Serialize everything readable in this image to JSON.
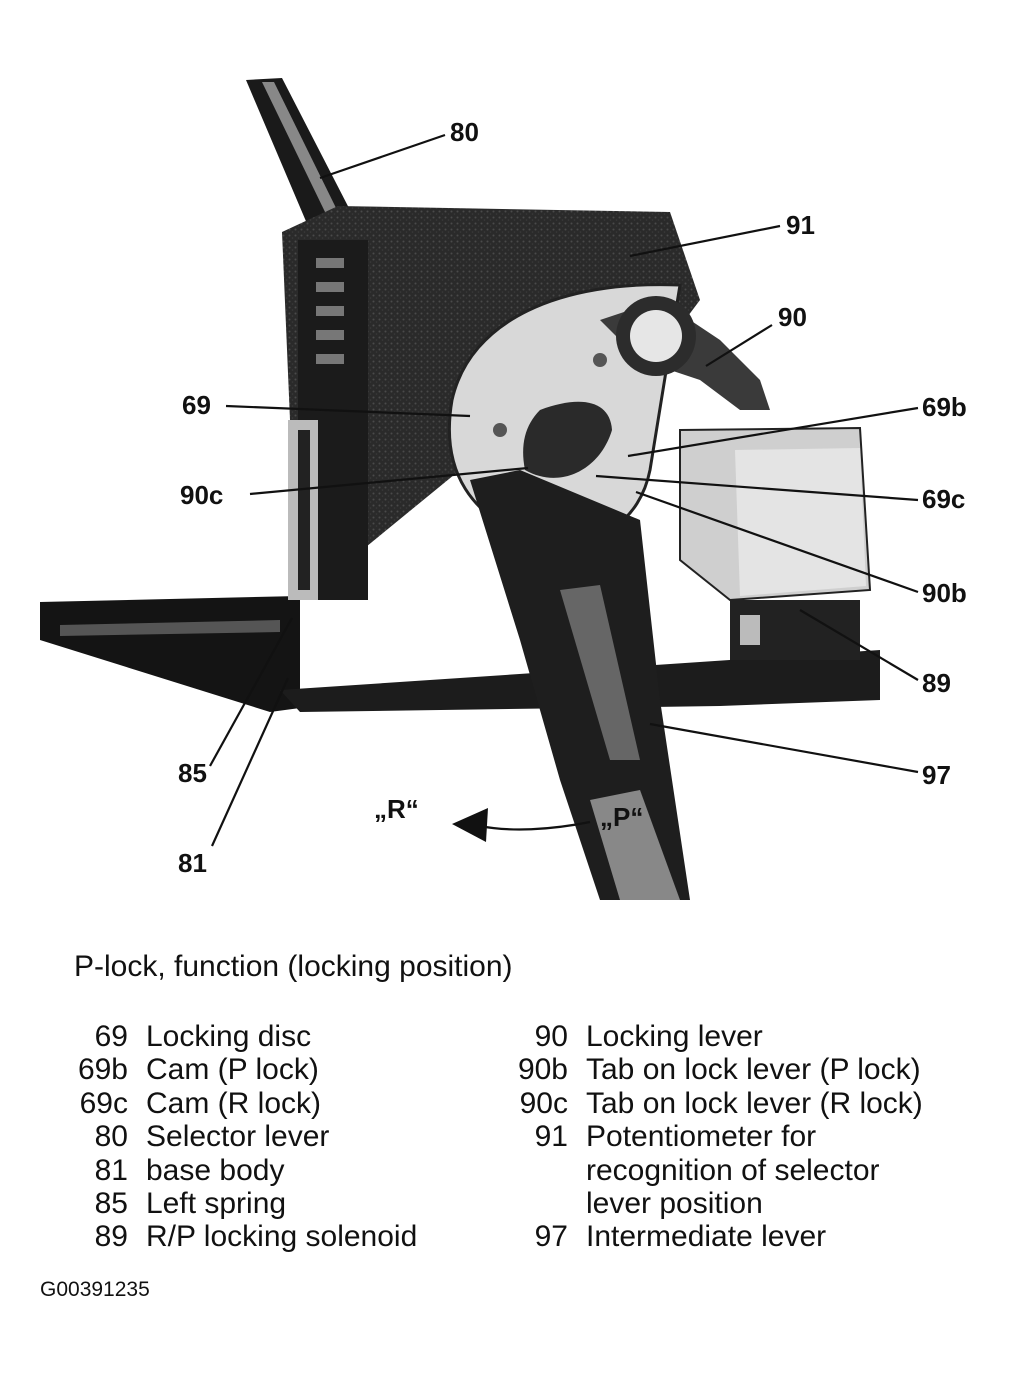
{
  "figure": {
    "callouts": {
      "c80": "80",
      "c91": "91",
      "c90": "90",
      "c69": "69",
      "c69b": "69b",
      "c90c": "90c",
      "c69c": "69c",
      "c90b": "90b",
      "c89": "89",
      "c85": "85",
      "c97": "97",
      "c81": "81"
    },
    "direction_labels": {
      "r": "„R“",
      "p": "„P“"
    }
  },
  "caption": "P-lock, function (locking position)",
  "legend": {
    "left": [
      {
        "num": "69",
        "desc": "Locking disc"
      },
      {
        "num": "69b",
        "desc": "Cam (P lock)"
      },
      {
        "num": "69c",
        "desc": "Cam (R lock)"
      },
      {
        "num": "80",
        "desc": "Selector lever"
      },
      {
        "num": "81",
        "desc": "base body"
      },
      {
        "num": "85",
        "desc": "Left spring"
      },
      {
        "num": "89",
        "desc": "R/P locking solenoid"
      }
    ],
    "right": [
      {
        "num": "90",
        "desc": "Locking lever"
      },
      {
        "num": "90b",
        "desc": "Tab on lock lever (P lock)"
      },
      {
        "num": "90c",
        "desc": "Tab on lock lever (R lock)"
      },
      {
        "num": "91",
        "desc": "Potentiometer for\nrecognition of selector\nlever position"
      },
      {
        "num": "97",
        "desc": "Intermediate lever"
      }
    ]
  },
  "figure_id": "G00391235"
}
